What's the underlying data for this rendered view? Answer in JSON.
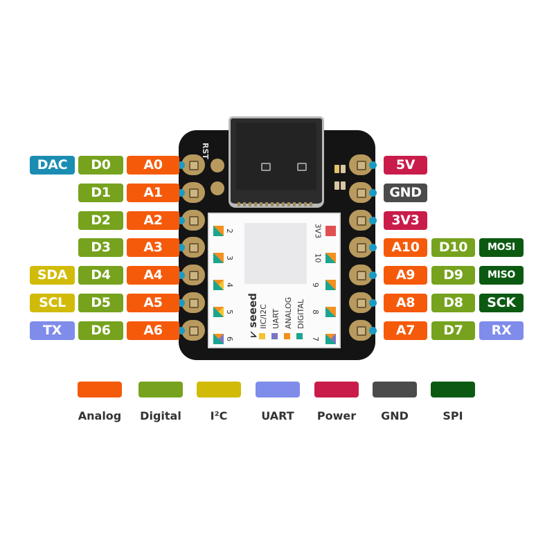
{
  "left_pins": [
    {
      "pin": "0",
      "labels": [
        {
          "text": "DAC",
          "type": "dac"
        },
        {
          "text": "D0",
          "type": "digital"
        },
        {
          "text": "A0",
          "type": "analog"
        }
      ]
    },
    {
      "pin": "1",
      "labels": [
        {
          "text": "D1",
          "type": "digital"
        },
        {
          "text": "A1",
          "type": "analog"
        }
      ]
    },
    {
      "pin": "2",
      "labels": [
        {
          "text": "D2",
          "type": "digital"
        },
        {
          "text": "A2",
          "type": "analog"
        }
      ]
    },
    {
      "pin": "3",
      "labels": [
        {
          "text": "D3",
          "type": "digital"
        },
        {
          "text": "A3",
          "type": "analog"
        }
      ]
    },
    {
      "pin": "4",
      "labels": [
        {
          "text": "SDA",
          "type": "i2c"
        },
        {
          "text": "D4",
          "type": "digital"
        },
        {
          "text": "A4",
          "type": "analog"
        }
      ]
    },
    {
      "pin": "5",
      "labels": [
        {
          "text": "SCL",
          "type": "i2c"
        },
        {
          "text": "D5",
          "type": "digital"
        },
        {
          "text": "A5",
          "type": "analog"
        }
      ]
    },
    {
      "pin": "6",
      "labels": [
        {
          "text": "TX",
          "type": "uart"
        },
        {
          "text": "D6",
          "type": "digital"
        },
        {
          "text": "A6",
          "type": "analog"
        }
      ]
    }
  ],
  "right_pins": [
    {
      "pin": "5V",
      "labels": [
        {
          "text": "5V",
          "type": "power"
        }
      ]
    },
    {
      "pin": "GND",
      "labels": [
        {
          "text": "GND",
          "type": "gnd"
        }
      ]
    },
    {
      "pin": "3V3",
      "labels": [
        {
          "text": "3V3",
          "type": "power"
        }
      ]
    },
    {
      "pin": "10",
      "labels": [
        {
          "text": "A10",
          "type": "analog"
        },
        {
          "text": "D10",
          "type": "digital"
        },
        {
          "text": "MOSI",
          "type": "spi"
        }
      ]
    },
    {
      "pin": "9",
      "labels": [
        {
          "text": "A9",
          "type": "analog"
        },
        {
          "text": "D9",
          "type": "digital"
        },
        {
          "text": "MISO",
          "type": "spi"
        }
      ]
    },
    {
      "pin": "8",
      "labels": [
        {
          "text": "A8",
          "type": "analog"
        },
        {
          "text": "D8",
          "type": "digital"
        },
        {
          "text": "SCK",
          "type": "spi"
        }
      ]
    },
    {
      "pin": "7",
      "labels": [
        {
          "text": "A7",
          "type": "analog"
        },
        {
          "text": "D7",
          "type": "digital"
        },
        {
          "text": "RX",
          "type": "uart"
        }
      ]
    }
  ],
  "colors": {
    "analog": "#f55a0a",
    "digital": "#76a21e",
    "i2c": "#d1bb08",
    "uart": "#7f8cea",
    "power": "#c91c4a",
    "gnd": "#4b4b4b",
    "spi": "#0c5a12",
    "dac": "#1b8db3",
    "pin_dot": "#1a9bc4"
  },
  "board": {
    "reset_label": "RST",
    "chip_brand": "seeed",
    "chip_left_pins": [
      "2",
      "3",
      "4",
      "5",
      "6"
    ],
    "chip_right_pins": [
      "3V3",
      "10",
      "9",
      "8",
      "7"
    ],
    "chip_legend": [
      {
        "text": "IIC/I2C",
        "color": "#f4c430"
      },
      {
        "text": "UART",
        "color": "#7b74c4"
      },
      {
        "text": "ANALOG",
        "color": "#f39020"
      },
      {
        "text": "DIGITAL",
        "color": "#1aa58f"
      }
    ]
  },
  "legend": [
    {
      "label": "Analog",
      "type": "analog"
    },
    {
      "label": "Digital",
      "type": "digital"
    },
    {
      "label": "I²C",
      "type": "i2c"
    },
    {
      "label": "UART",
      "type": "uart"
    },
    {
      "label": "Power",
      "type": "power"
    },
    {
      "label": "GND",
      "type": "gnd"
    },
    {
      "label": "SPI",
      "type": "spi"
    }
  ]
}
